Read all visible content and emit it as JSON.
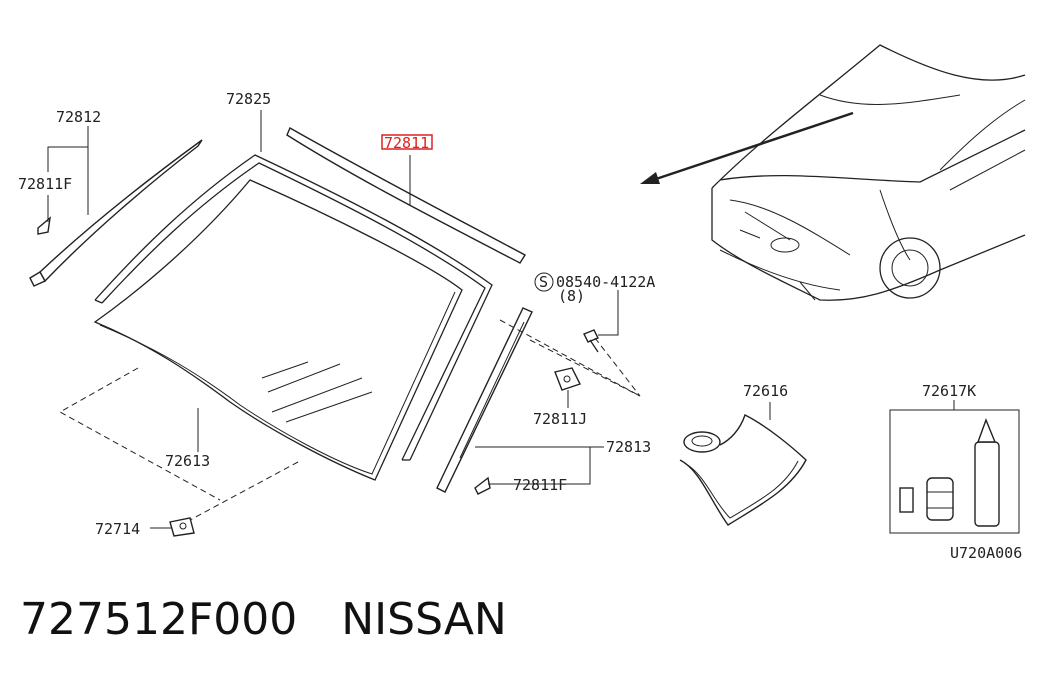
{
  "callouts": {
    "molding_upper_left": "72812",
    "clip_left": "72811F",
    "weatherstrip": "72825",
    "molding_top": "72811",
    "screw": "08540-4122A",
    "screw_qty": "(8)",
    "clip_j": "72811J",
    "molding_side": "72813",
    "clip_right": "72811F",
    "windshield": "72613",
    "bracket": "72714",
    "dam_kit": "72616",
    "adhesive_kit": "72617K",
    "figure_code": "U720A006"
  },
  "caption": {
    "part_number": "727512F000",
    "brand": "NISSAN"
  },
  "colors": {
    "highlight": "#e0201e",
    "line": "#222222"
  }
}
